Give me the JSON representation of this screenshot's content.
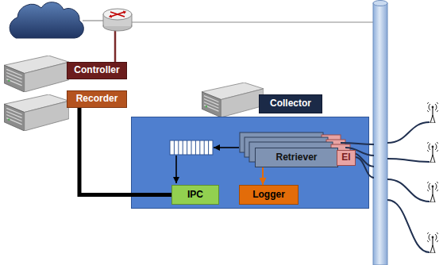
{
  "diagram": {
    "nodes": [
      {
        "text": [
          "Controller"
        ]
      },
      {
        "text": [
          "Recorder"
        ]
      },
      {
        "text": [
          "Collector"
        ]
      },
      {
        "text": [
          "Retriever"
        ],
        "in": 2
      },
      {
        "text": [
          "EI"
        ],
        "in": 2
      },
      {
        "text": [
          "IPC"
        ],
        "in": 2
      },
      {
        "text": [
          "Logger"
        ],
        "in": 2
      }
    ],
    "edges": [
      {
        "from": 1,
        "to": 5,
        "arrow": "none"
      },
      {
        "from": 3,
        "to": 6,
        "arrow": "to"
      }
    ]
  }
}
